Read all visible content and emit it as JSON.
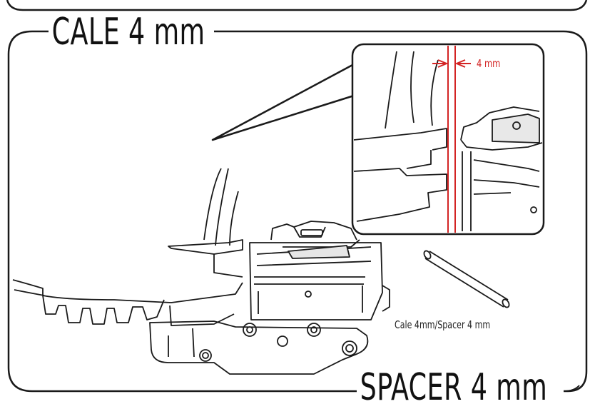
{
  "titles": {
    "top": "CALE 4 mm",
    "bottom": "SPACER 4 mm"
  },
  "inset": {
    "measurement_label": "4 mm"
  },
  "caption": "Cale 4mm/Spacer 4 mm",
  "colors": {
    "line": "#1a1a1a",
    "accent_red": "#d32424",
    "background": "#ffffff"
  }
}
